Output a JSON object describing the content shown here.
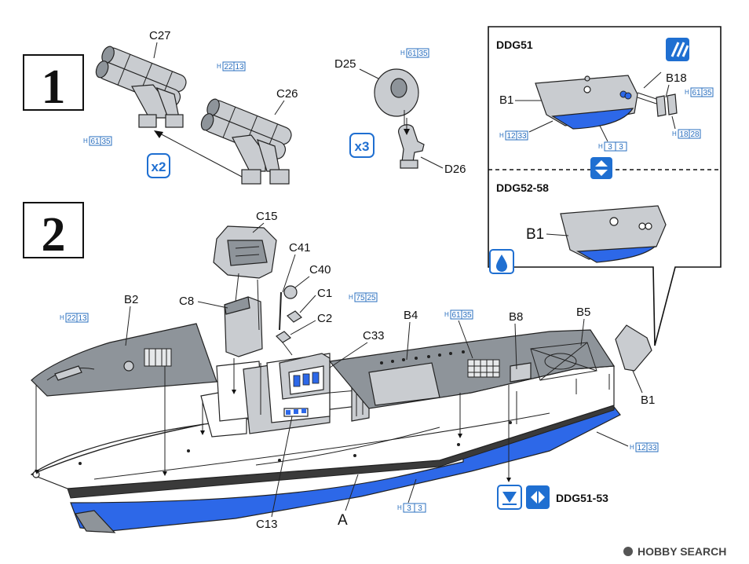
{
  "steps": {
    "step1": "1",
    "step2": "2"
  },
  "labels": {
    "c27": "C27",
    "c26": "C26",
    "d25": "D25",
    "d26": "D26",
    "c15": "C15",
    "c41": "C41",
    "c40": "C40",
    "c1": "C1",
    "c2": "C2",
    "c8": "C8",
    "c33": "C33",
    "c13": "C13",
    "a": "A",
    "b2": "B2",
    "b4": "B4",
    "b8": "B8",
    "b5": "B5",
    "b1": "B1",
    "b18": "B18",
    "b1_inset1": "B1",
    "b1_inset2": "B1"
  },
  "multipliers": {
    "x2": "x2",
    "x3": "x3"
  },
  "inset": {
    "top_title": "DDG51",
    "bottom_title": "DDG52-58"
  },
  "variant_label": "DDG51-53",
  "color_codes": {
    "c26": {
      "prefix": "H",
      "a": "22",
      "b": "13"
    },
    "c27": {
      "prefix": "H",
      "a": "61",
      "b": "35"
    },
    "d25": {
      "prefix": "H",
      "a": "61",
      "b": "35"
    },
    "b2": {
      "prefix": "H",
      "a": "22",
      "b": "13"
    },
    "c33": {
      "prefix": "H",
      "a": "75",
      "b": "25"
    },
    "b4": {
      "prefix": "H",
      "a": "61",
      "b": "35"
    },
    "hull": {
      "prefix": "H",
      "a": "12",
      "b": "33"
    },
    "bottom": {
      "prefix": "H",
      "a": "3",
      "b": "3"
    },
    "inset_b1": {
      "prefix": "H",
      "a": "12",
      "b": "33"
    },
    "inset_bottom": {
      "prefix": "H",
      "a": "3",
      "b": "3"
    },
    "inset_b18a": {
      "prefix": "H",
      "a": "61",
      "b": "35"
    },
    "inset_b18b": {
      "prefix": "H",
      "a": "18",
      "b": "28"
    }
  },
  "watermark": "HOBBY SEARCH",
  "colors": {
    "accent_blue": "#2d68e8",
    "code_blue": "#2a6fbf",
    "part_gray": "#c9ccd0"
  }
}
